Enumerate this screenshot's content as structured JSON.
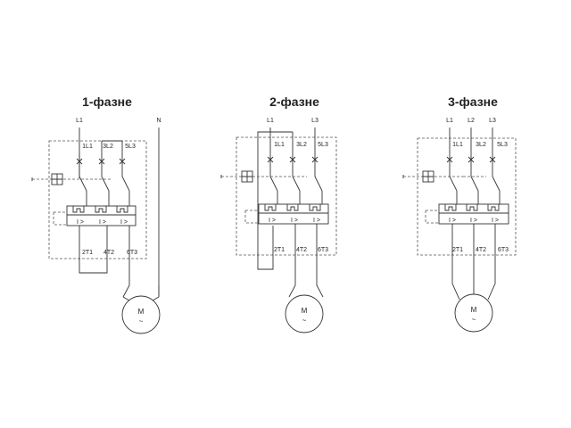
{
  "diagrams": [
    {
      "title": "1-фазне",
      "supply_labels": [
        "L1",
        "N"
      ],
      "top_terminals": [
        "1L1",
        "3L2",
        "5L3"
      ],
      "bottom_terminals": [
        "2T1",
        "4T2",
        "6T3"
      ],
      "relay_symbols": [
        "I >",
        "I >",
        "I >"
      ],
      "motor": [
        "M",
        "~"
      ]
    },
    {
      "title": "2-фазне",
      "supply_labels": [
        "L1",
        "L3"
      ],
      "top_terminals": [
        "1L1",
        "3L2",
        "5L3"
      ],
      "bottom_terminals": [
        "2T1",
        "4T2",
        "6T3"
      ],
      "relay_symbols": [
        "I >",
        "I >",
        "I >"
      ],
      "motor": [
        "M",
        "~"
      ]
    },
    {
      "title": "3-фазне",
      "supply_labels": [
        "L1",
        "L2",
        "L3"
      ],
      "top_terminals": [
        "1L1",
        "3L2",
        "5L3"
      ],
      "bottom_terminals": [
        "2T1",
        "4T2",
        "6T3"
      ],
      "relay_symbols": [
        "I >",
        "I >",
        "I >"
      ],
      "motor": [
        "M",
        "~"
      ]
    }
  ]
}
